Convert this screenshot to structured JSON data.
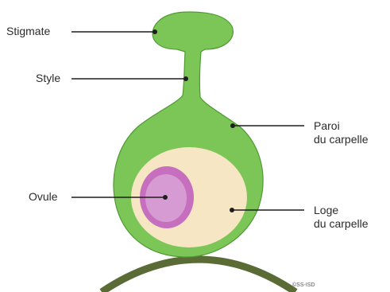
{
  "labels": {
    "stigma": "Stigmate",
    "style": "Style",
    "wall_line1": "Paroi",
    "wall_line2": "du carpelle",
    "ovule": "Ovule",
    "locule_line1": "Loge",
    "locule_line2": "du carpelle"
  },
  "credit": "©SS-ISD",
  "colors": {
    "carpel_fill": "#7cc657",
    "carpel_stroke": "#4f9a34",
    "locule_fill": "#f6e6c4",
    "ovule_fill": "#c76fbf",
    "ovule_inner": "#d79bd3",
    "receptacle": "#5a6b35",
    "leader_line": "#1e1e1e"
  }
}
